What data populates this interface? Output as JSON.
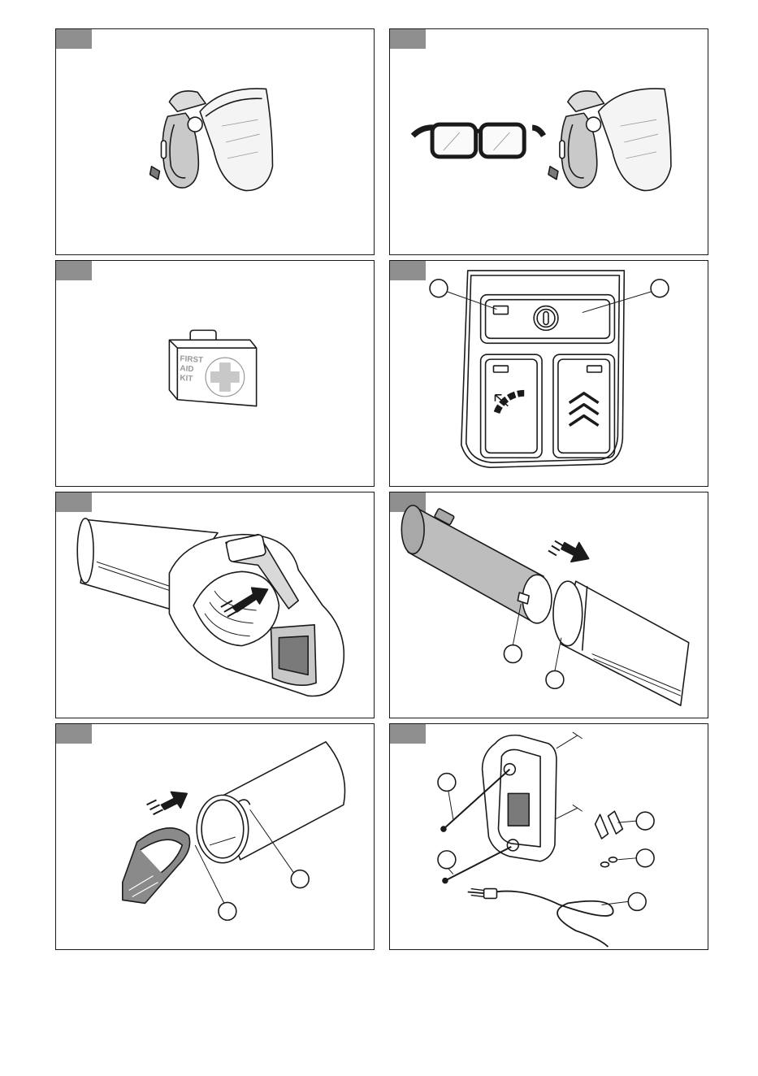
{
  "first_aid_kit": {
    "line1": "FIRST",
    "line2": "AID",
    "line3": "KIT"
  },
  "colors": {
    "tab": "#8f8f8f",
    "line": "#1a1a1a",
    "shade": "#bdbdbd",
    "dark_shade": "#7a7a7a"
  }
}
